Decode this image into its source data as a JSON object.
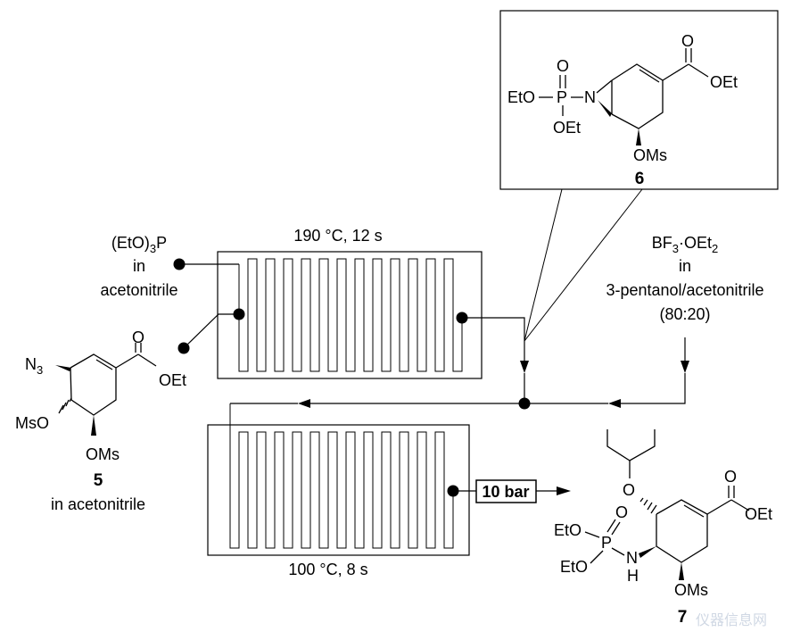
{
  "reactor1": {
    "label": "190 °C, 12 s"
  },
  "reactor2": {
    "label": "100 °C, 8 s"
  },
  "reagent_phosphite": {
    "line1_main": "(EtO)",
    "line1_sub": "3",
    "line1_end": "P",
    "line2": "in",
    "line3": "acetonitrile"
  },
  "reagent_bf3": {
    "line1_a": "BF",
    "line1_sub1": "3",
    "line1_b": "·OEt",
    "line1_sub2": "2",
    "line2": "in",
    "line3": "3-pentanol/acetonitrile",
    "line4": "(80:20)"
  },
  "compound5": {
    "number": "5",
    "caption": "in acetonitrile",
    "n3": "N",
    "n3_sub": "3",
    "oet": "OEt",
    "o": "O",
    "mso": "MsO",
    "oms": "OMs"
  },
  "compound6": {
    "number": "6",
    "eto": "EtO",
    "p": "P",
    "o": "O",
    "oet_p": "OEt",
    "n": "N",
    "oet_ester": "OEt",
    "o_ester": "O",
    "oms": "OMs"
  },
  "compound7": {
    "number": "7",
    "eto1": "EtO",
    "eto2": "EtO",
    "p": "P",
    "o": "O",
    "n": "N",
    "h": "H",
    "o_ether": "O",
    "oet": "OEt",
    "o_ester": "O",
    "oms": "OMs"
  },
  "pressure": {
    "label": "10 bar"
  },
  "watermark": {
    "text": "仪器信息网"
  }
}
